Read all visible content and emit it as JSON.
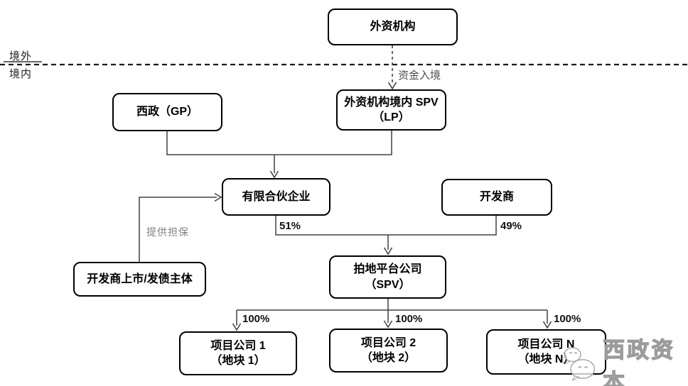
{
  "diagram": {
    "region_labels": {
      "offshore": "境外",
      "onshore": "境内"
    },
    "nodes": {
      "foreign": {
        "lines": [
          "外资机构"
        ]
      },
      "gp": {
        "lines": [
          "西政（GP）"
        ]
      },
      "spv_lp": {
        "lines": [
          "外资机构境内 SPV",
          "（LP）"
        ]
      },
      "partnership": {
        "lines": [
          "有限合伙企业"
        ]
      },
      "developer": {
        "lines": [
          "开发商"
        ]
      },
      "guarantor": {
        "lines": [
          "开发商上市/发债主体"
        ]
      },
      "platform": {
        "lines": [
          "拍地平台公司",
          "（SPV）"
        ]
      },
      "project1": {
        "lines": [
          "项目公司 1",
          "（地块 1）"
        ]
      },
      "project2": {
        "lines": [
          "项目公司 2",
          "（地块 2）"
        ]
      },
      "projectN": {
        "lines": [
          "项目公司 N",
          "（地块 N）"
        ]
      }
    },
    "edge_labels": {
      "capital_entry": "资金入境",
      "guarantee": "提供担保",
      "partnership_to_platform": "51%",
      "developer_to_platform": "49%",
      "platform_to_projects": [
        "100%",
        "100%",
        "100%"
      ]
    },
    "watermark": {
      "text": "西政资本",
      "logo": "wechat-icon"
    },
    "colors": {
      "connector": "#404040",
      "box_border": "#000000",
      "separator": "#1a1a1a",
      "gray_label": "#808080",
      "watermark": "#9b9b9b"
    }
  }
}
